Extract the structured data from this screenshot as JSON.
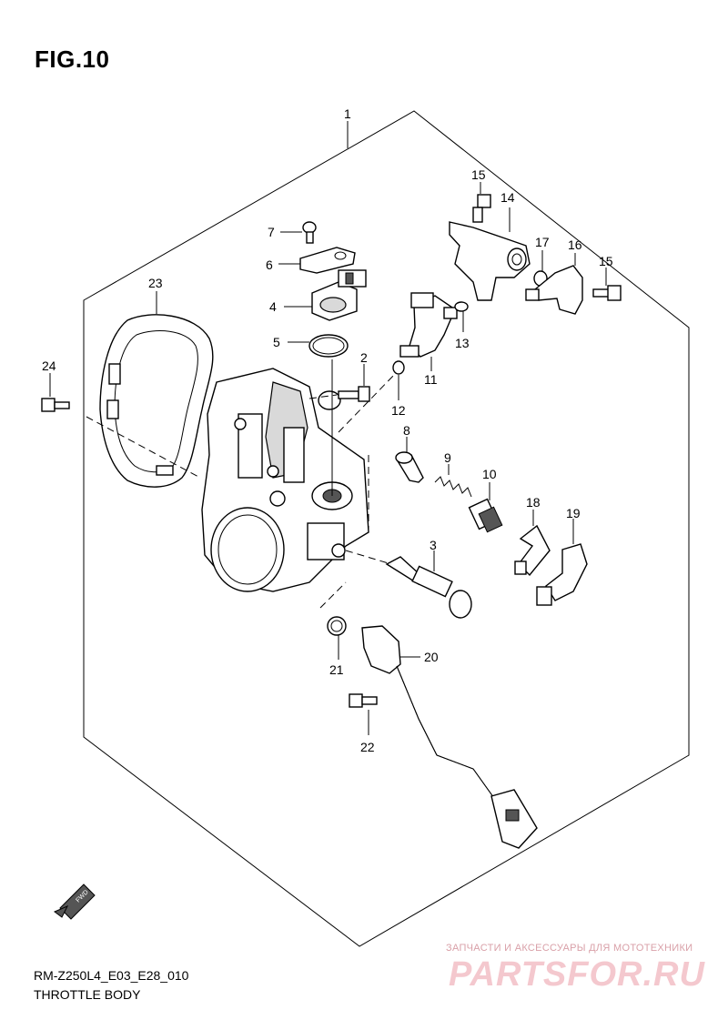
{
  "figure": {
    "title": "FIG.10"
  },
  "diagram": {
    "code": "RM-Z250L4_E03_E28_010",
    "name": "THROTTLE BODY"
  },
  "callouts": {
    "c1": "1",
    "c2": "2",
    "c3": "3",
    "c4": "4",
    "c5": "5",
    "c6": "6",
    "c7": "7",
    "c8": "8",
    "c9": "9",
    "c10": "10",
    "c11": "11",
    "c12": "12",
    "c13": "13",
    "c14": "14",
    "c15a": "15",
    "c15b": "15",
    "c16": "16",
    "c17": "17",
    "c18": "18",
    "c19": "19",
    "c20": "20",
    "c21": "21",
    "c22": "22",
    "c23": "23",
    "c24": "24"
  },
  "arrow": {
    "label": "FWD"
  },
  "watermark": {
    "subtitle": "ЗАПЧАСТИ И АКСЕССУАРЫ ДЛЯ МОТОТЕХНИКИ",
    "brand": "PARTSFOR.RU"
  }
}
